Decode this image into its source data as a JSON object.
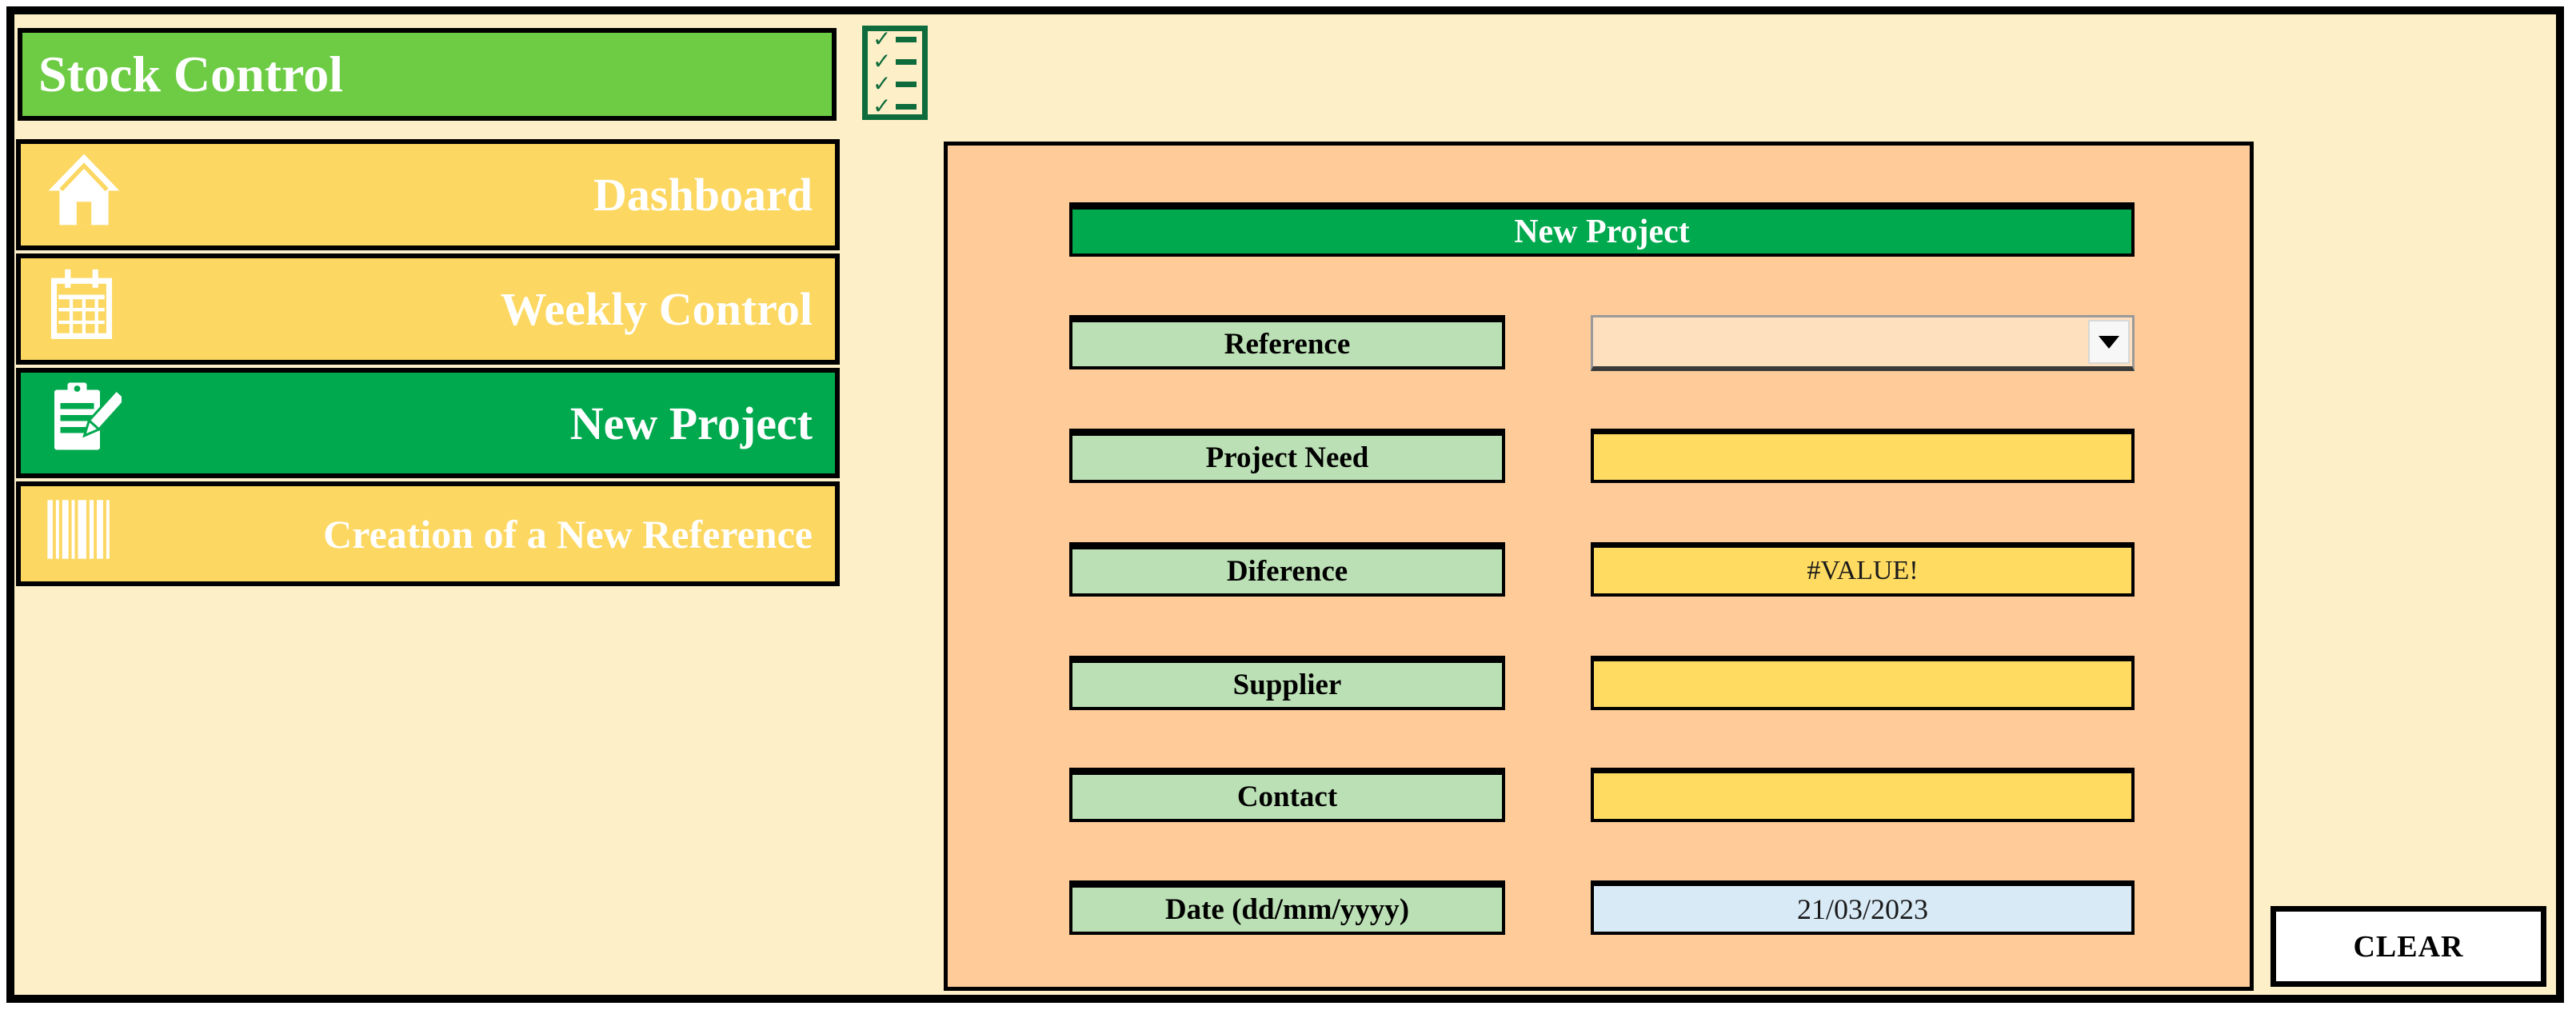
{
  "app": {
    "title": "Stock Control",
    "logo_icon": "checklist-icon"
  },
  "sidebar": {
    "items": [
      {
        "label": "Dashboard",
        "icon": "home-icon",
        "active": false
      },
      {
        "label": "Weekly Control",
        "icon": "calendar-icon",
        "active": false
      },
      {
        "label": "New Project",
        "icon": "clipboard-edit-icon",
        "active": true
      },
      {
        "label": "Creation of a New Reference",
        "icon": "barcode-icon",
        "active": false
      }
    ]
  },
  "form": {
    "title": "New Project",
    "fields": [
      {
        "label": "Reference",
        "value": "",
        "type": "dropdown"
      },
      {
        "label": "Project Need",
        "value": "",
        "type": "text"
      },
      {
        "label": "Diference",
        "value": "#VALUE!",
        "type": "computed"
      },
      {
        "label": "Supplier",
        "value": "",
        "type": "text"
      },
      {
        "label": "Contact",
        "value": "",
        "type": "text"
      },
      {
        "label": "Date (dd/mm/yyyy)",
        "value": "21/03/2023",
        "type": "date"
      }
    ],
    "clear_label": "CLEAR"
  },
  "colors": {
    "page_background": "#FDF0C8",
    "header_green": "#6DCC44",
    "active_green": "#00A94E",
    "nav_yellow": "#FCD761",
    "panel_orange": "#FFCC99",
    "label_green": "#BCE0B5",
    "input_yellow": "#FFDB61",
    "combo_peach": "#FEDFBE",
    "date_blue": "#D8EAF6",
    "logo_dark_green": "#0E6B3C"
  }
}
